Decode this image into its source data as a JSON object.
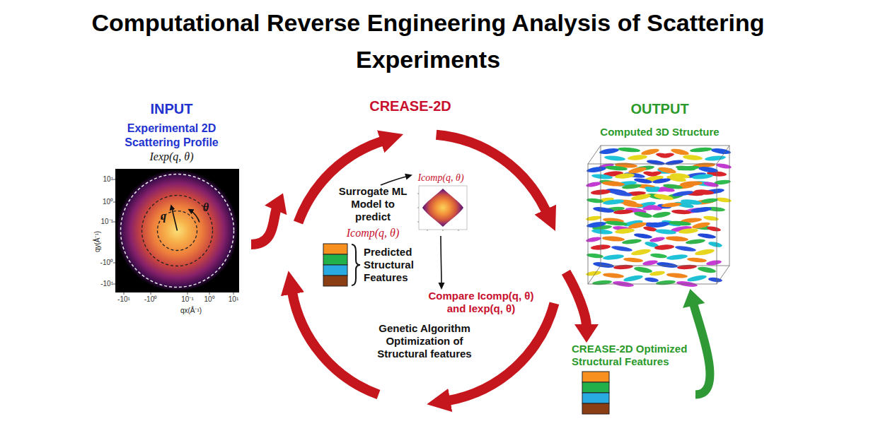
{
  "diagram": {
    "title": "Computational Reverse Engineering Analysis of Scattering Experiments",
    "nodes": [
      {
        "text": [
          "INPUT",
          "Experimental 2D Scattering Profile",
          "Iexp(q, θ)"
        ]
      },
      {
        "text": [
          "CREASE-2D"
        ]
      },
      {
        "text": [
          "Surrogate ML Model to predict",
          "Icomp(q, θ)"
        ],
        "in": 1
      },
      {
        "text": [
          "Icomp(q, θ)"
        ],
        "in": 1
      },
      {
        "text": [
          "Predicted Structural Features"
        ],
        "in": 1
      },
      {
        "text": [
          "Compare Icomp(q, θ) and Iexp(q, θ)"
        ],
        "in": 1
      },
      {
        "text": [
          "Genetic Algorithm Optimization of Structural features"
        ],
        "in": 1
      },
      {
        "text": [
          "CREASE-2D Optimized Structural Features"
        ]
      },
      {
        "text": [
          "OUTPUT",
          "Computed 3D Structure"
        ]
      }
    ],
    "edges": [
      {
        "from": 0,
        "to": 1,
        "arrow": "to"
      },
      {
        "from": 2,
        "to": 3,
        "arrow": "to"
      },
      {
        "from": 3,
        "to": 5,
        "arrow": "to"
      },
      {
        "from": 1,
        "to": 7,
        "arrow": "to"
      },
      {
        "from": 7,
        "to": 8,
        "arrow": "to"
      }
    ],
    "labels": [
      "10¹",
      "10⁰",
      "10⁻¹",
      "-10⁰",
      "-10¹",
      "qy(Å⁻¹)",
      "-10¹",
      "-10⁰",
      "10⁻¹",
      "10⁰",
      "10¹",
      "qx(Å⁻¹)",
      "q",
      "θ"
    ]
  }
}
